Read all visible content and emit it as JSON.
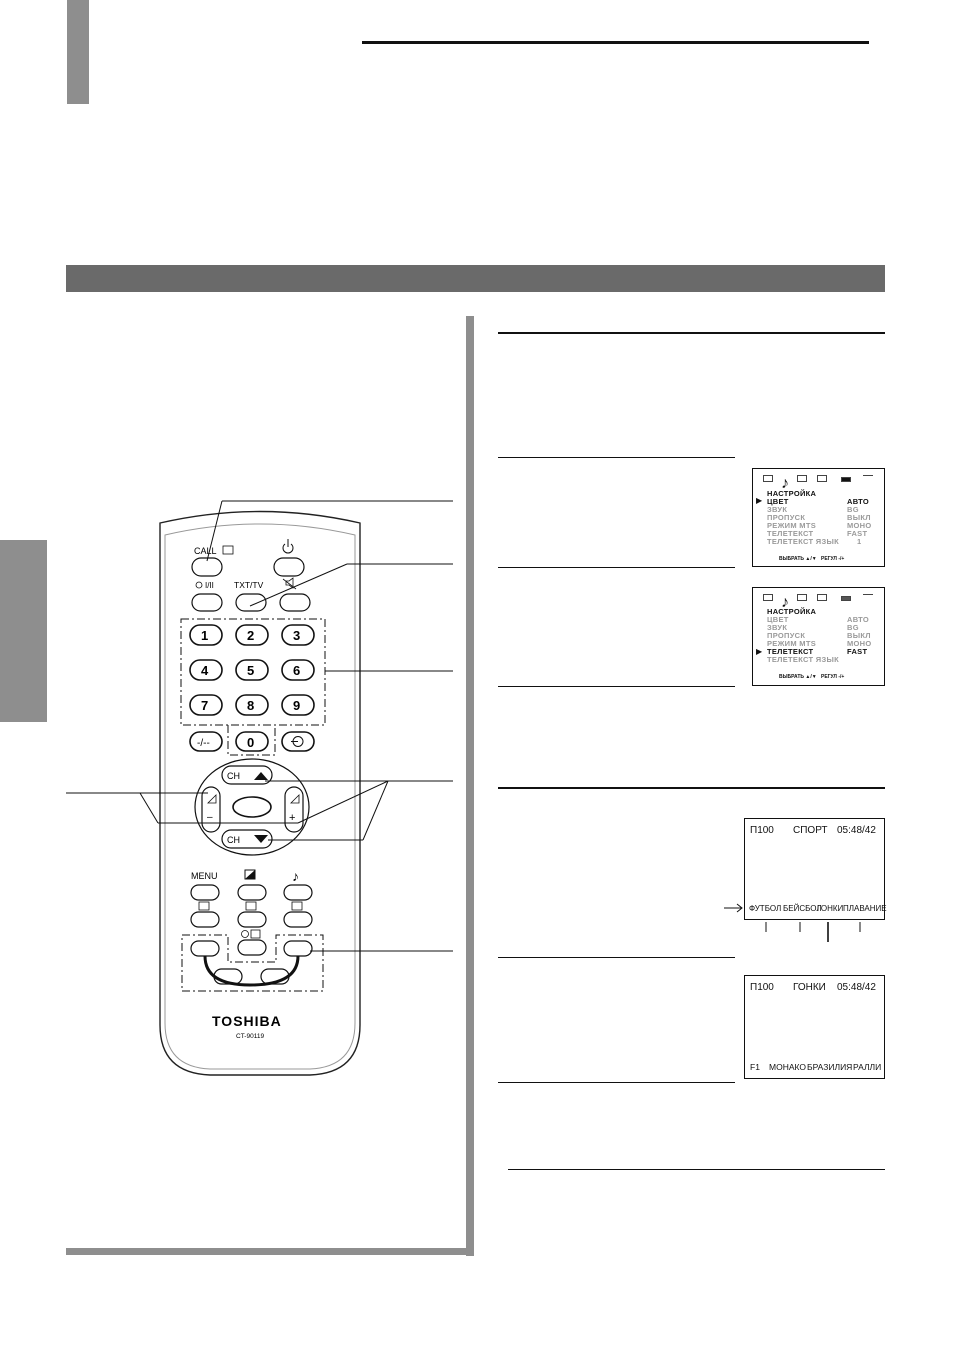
{
  "remote": {
    "buttons": {
      "call": "CALL",
      "txt_tv": "TXT/TV",
      "sound_mode": "I/II",
      "digits": [
        "1",
        "2",
        "3",
        "4",
        "5",
        "6",
        "7",
        "8",
        "9"
      ],
      "zero": "0",
      "dash": "-/--",
      "ch": "CH",
      "menu": "MENU"
    },
    "brand": "TOSHIBA",
    "model": "CT-90119"
  },
  "menu_screen": {
    "items": [
      {
        "label": "НАСТРОЙКА",
        "value": ""
      },
      {
        "label": "ЦВЕТ",
        "value": "АВТО"
      },
      {
        "label": "ЗВУК",
        "value": "BG"
      },
      {
        "label": "ПРОПУСК",
        "value": "ВЫКЛ"
      },
      {
        "label": "РЕЖИМ MTS",
        "value": "МОНО"
      },
      {
        "label": "ТЕЛЕТЕКСТ",
        "value": "FAST"
      },
      {
        "label": "ТЕЛЕТЕКСТ ЯЗЫК",
        "value": "1"
      }
    ],
    "footer_left": "ВЫБРАТЬ ▲/▼",
    "footer_right": "РЕГУЛ -/+"
  },
  "teletext_screen_1": {
    "page": "П100",
    "title": "СПОРТ",
    "time": "05:48/42",
    "bottom": [
      "ФУТБОЛ",
      "БЕЙСБОЛ",
      "ГОНКИ",
      "ПЛАВАНИЕ"
    ]
  },
  "teletext_screen_2": {
    "page": "П100",
    "title": "ГОНКИ",
    "time": "05:48/42",
    "bottom": [
      "F1",
      "МОНАКО",
      "БРАЗИЛИЯ",
      "РАЛЛИ"
    ]
  }
}
